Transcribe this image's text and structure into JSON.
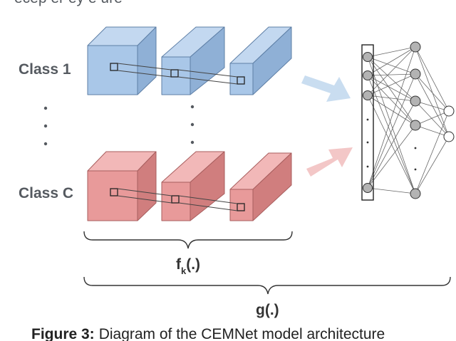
{
  "header": {
    "partial_caption": "ecep er ey e ure"
  },
  "classes": [
    {
      "label": "Class 1",
      "front": "#a9c7e8",
      "top": "#c3d8f0",
      "side": "#8fb0d6",
      "stroke": "#5e7fa6"
    },
    {
      "label": "Class C",
      "front": "#e89a9a",
      "top": "#f2b8b8",
      "side": "#d07e7e",
      "stroke": "#a85e5e"
    }
  ],
  "functions": {
    "feature": "f",
    "feature_subscript": "k",
    "feature_suffix": "(.)",
    "global": "g(.)"
  },
  "caption": {
    "prefix": "Figure 3:",
    "text": "Diagram of the CEMNet model architecture"
  },
  "arrows": {
    "upper_color": "#c9ddf0",
    "lower_color": "#f3c7c7"
  },
  "network": {
    "node_fill": "#b3b3b3",
    "node_stroke": "#333333",
    "line_color": "#666666"
  }
}
